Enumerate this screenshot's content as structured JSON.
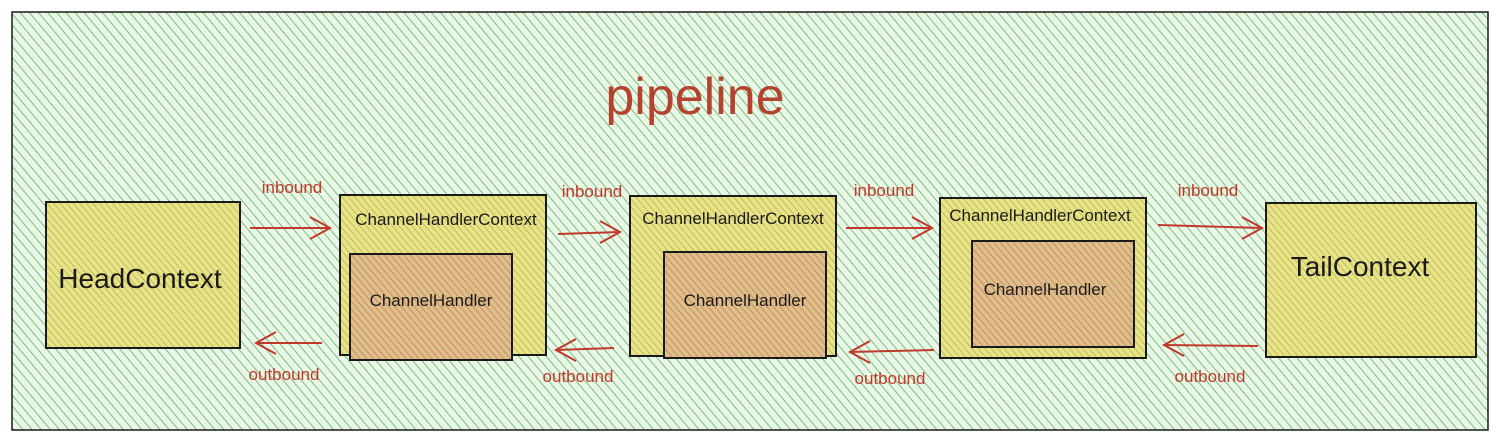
{
  "diagram": {
    "title": "pipeline",
    "nodes": {
      "head": {
        "label": "HeadContext"
      },
      "ctx1": {
        "label": "ChannelHandlerContext",
        "handler": "ChannelHandler"
      },
      "ctx2": {
        "label": "ChannelHandlerContext",
        "handler": "ChannelHandler"
      },
      "ctx3": {
        "label": "ChannelHandlerContext",
        "handler": "ChannelHandler"
      },
      "tail": {
        "label": "TailContext"
      }
    },
    "edges": [
      {
        "from": "HeadContext",
        "to": "ChannelHandlerContext",
        "inbound_label": "inbound",
        "outbound_label": "outbound"
      },
      {
        "from": "ChannelHandlerContext",
        "to": "ChannelHandlerContext",
        "inbound_label": "inbound",
        "outbound_label": "outbound"
      },
      {
        "from": "ChannelHandlerContext",
        "to": "ChannelHandlerContext",
        "inbound_label": "inbound",
        "outbound_label": "outbound"
      },
      {
        "from": "ChannelHandlerContext",
        "to": "TailContext",
        "inbound_label": "inbound",
        "outbound_label": "outbound"
      }
    ],
    "colors": {
      "pipeline_hatch": "#5cb85c",
      "context_fill": "#cfd36a",
      "handler_fill": "#d6a27e",
      "arrow": "#c0392b",
      "title": "#b5412f",
      "stroke": "#1a1a1a"
    }
  }
}
